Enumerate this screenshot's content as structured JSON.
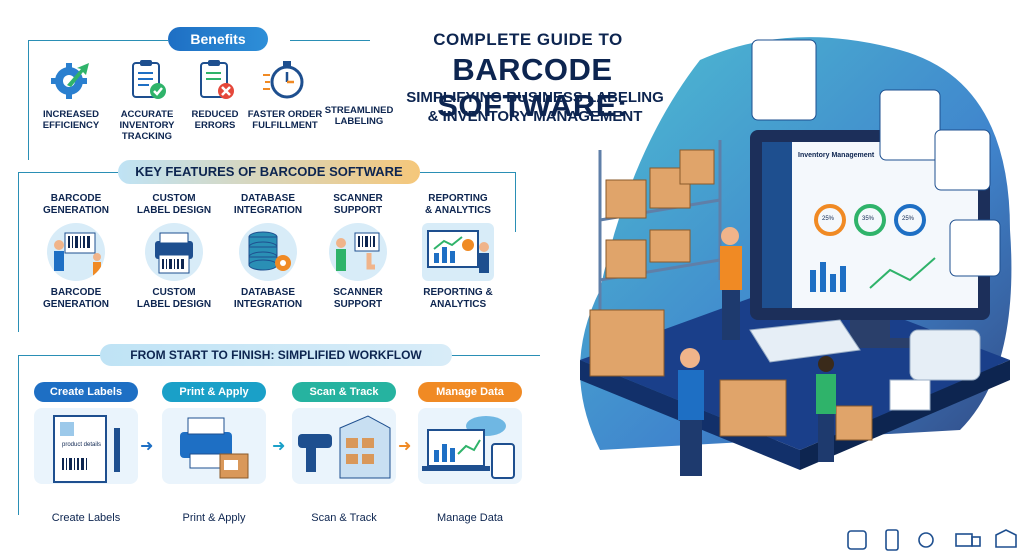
{
  "title": {
    "line1": "COMPLETE GUIDE TO",
    "line2": "BARCODE SOFTWARE:",
    "line3a": "SIMPLIFYING BUSINESS LABELING",
    "line3b": "& INVENTORY MANAGEMENT"
  },
  "benefits": {
    "header": "Benefits",
    "items": [
      {
        "l1": "INCREASED",
        "l2": "EFFICIENCY",
        "l3": "",
        "icon": "gear-arrow-icon"
      },
      {
        "l1": "ACCURATE",
        "l2": "INVENTORY",
        "l3": "TRACKING",
        "icon": "clipboard-check-icon"
      },
      {
        "l1": "REDUCED",
        "l2": "ERRORS",
        "l3": "",
        "icon": "clipboard-x-icon"
      },
      {
        "l1": "FASTER ORDER",
        "l2": "FULFILLMENT",
        "l3": "",
        "icon": "stopwatch-icon"
      },
      {
        "l1": "STREAMLINED",
        "l2": "LABELING",
        "l3": "",
        "icon": "label-icon"
      }
    ]
  },
  "features": {
    "header": "KEY FEATURES OF BARCODE SOFTWARE",
    "items": [
      {
        "top1": "BARCODE",
        "top2": "GENERATION",
        "bot1": "BARCODE",
        "bot2": "GENERATION",
        "icon": "barcode-board-icon"
      },
      {
        "top1": "CUSTOM",
        "top2": "LABEL DESIGN",
        "bot1": "CUSTOM",
        "bot2": "LABEL DESIGN",
        "icon": "label-printer-icon"
      },
      {
        "top1": "DATABASE",
        "top2": "INTEGRATION",
        "bot1": "DATABASE",
        "bot2": "INTEGRATION",
        "icon": "database-icon"
      },
      {
        "top1": "SCANNER",
        "top2": "SUPPORT",
        "bot1": "SCANNER",
        "bot2": "SUPPORT",
        "icon": "scanner-icon"
      },
      {
        "top1": "REPORTING",
        "top2": "& ANALYTICS",
        "bot1": "REPORTING &",
        "bot2": "ANALYTICS",
        "icon": "analytics-board-icon"
      }
    ]
  },
  "workflow": {
    "header": "FROM START TO FINISH: SIMPLIFIED WORKFLOW",
    "steps": [
      {
        "label": "Create Labels",
        "caption": "Create Labels",
        "color": "#1e6fc4",
        "icon": "label-document-icon",
        "doc_text": "product details"
      },
      {
        "label": "Print & Apply",
        "caption": "Print & Apply",
        "color": "#1aa0c8",
        "icon": "printer-box-icon",
        "doc_text": ""
      },
      {
        "label": "Scan & Track",
        "caption": "Scan & Track",
        "color": "#26b3a0",
        "icon": "scanner-shelf-icon",
        "doc_text": ""
      },
      {
        "label": "Manage Data",
        "caption": "Manage Data",
        "color": "#f08a24",
        "icon": "cloud-laptop-icon",
        "doc_text": ""
      }
    ]
  },
  "illustration": {
    "monitor_title": "Inventory Management",
    "gauges": [
      "25%",
      "35%",
      "25%"
    ]
  },
  "colors": {
    "navy": "#0d2550",
    "blue": "#1e6fc4",
    "teal": "#26b3a0",
    "orange": "#f08a24",
    "light": "#d8ecf8"
  },
  "footer_icons": [
    "settings-chip-icon",
    "mobile-icon",
    "gears-icon",
    "truck-icon",
    "box-icon"
  ]
}
